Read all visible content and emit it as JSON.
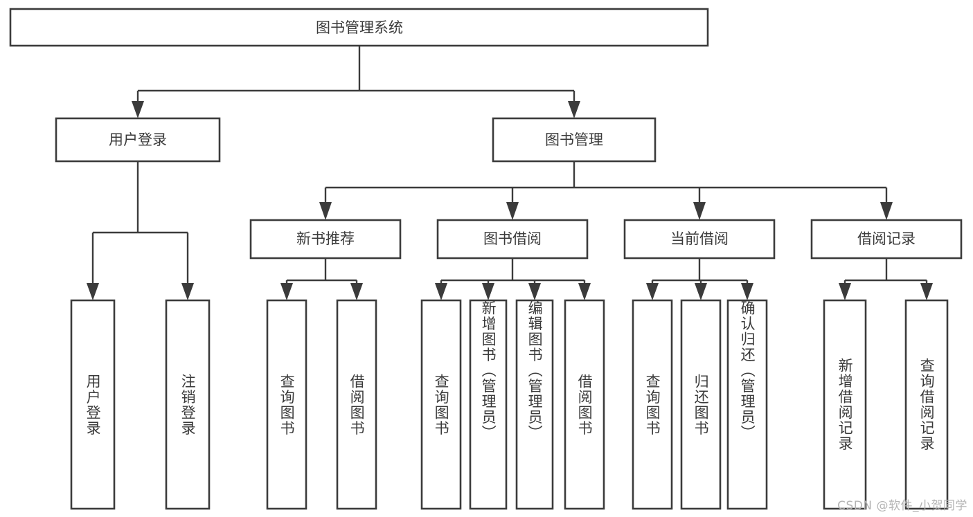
{
  "diagram": {
    "type": "hierarchy-tree",
    "title": "图书管理系统",
    "watermark": "CSDN @软件_小贺同学",
    "colors": {
      "stroke": "#3b3b3b",
      "text": "#3a3a3a",
      "box_fill": "#ffffff",
      "background": "#ffffff",
      "watermark": "#b4b4b4"
    },
    "root": {
      "label": "图书管理系统"
    },
    "level2": [
      {
        "label": "用户登录"
      },
      {
        "label": "图书管理"
      }
    ],
    "level3": [
      {
        "label": "新书推荐"
      },
      {
        "label": "图书借阅"
      },
      {
        "label": "当前借阅"
      },
      {
        "label": "借阅记录"
      }
    ],
    "leaves": {
      "user_login": [
        {
          "label": "用户登录"
        },
        {
          "label": "注销登录"
        }
      ],
      "new_book_recommend": [
        {
          "label": "查询图书"
        },
        {
          "label": "借阅图书"
        }
      ],
      "book_borrow": [
        {
          "label": "查询图书"
        },
        {
          "label": "新增图书（管理员）"
        },
        {
          "label": "编辑图书（管理员）"
        },
        {
          "label": "借阅图书"
        }
      ],
      "current_borrow": [
        {
          "label": "查询图书"
        },
        {
          "label": "归还图书"
        },
        {
          "label": "确认归还（管理员）"
        }
      ],
      "borrow_record": [
        {
          "label": "新增借阅记录"
        },
        {
          "label": "查询借阅记录"
        }
      ]
    }
  }
}
